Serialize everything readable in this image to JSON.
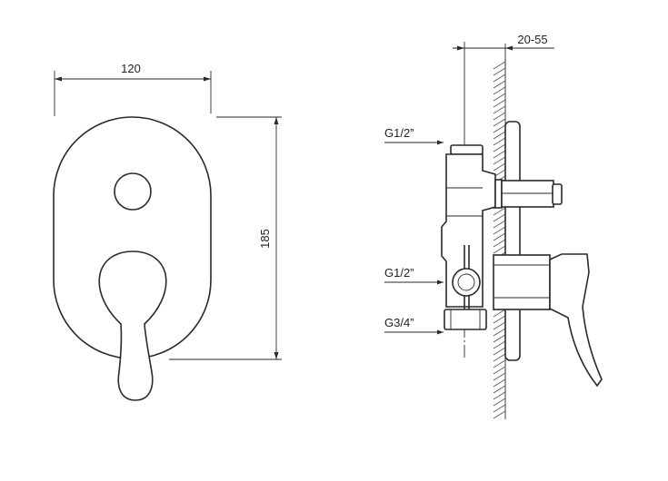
{
  "front_view": {
    "width_label": "120",
    "height_label": "185"
  },
  "side_view": {
    "depth_label": "20-55",
    "inlet_top_label": "G1/2”",
    "inlet_mid_label": "G1/2”",
    "outlet_label": "G3/4”"
  },
  "colors": {
    "line": "#2a2a2a",
    "background": "#ffffff"
  }
}
